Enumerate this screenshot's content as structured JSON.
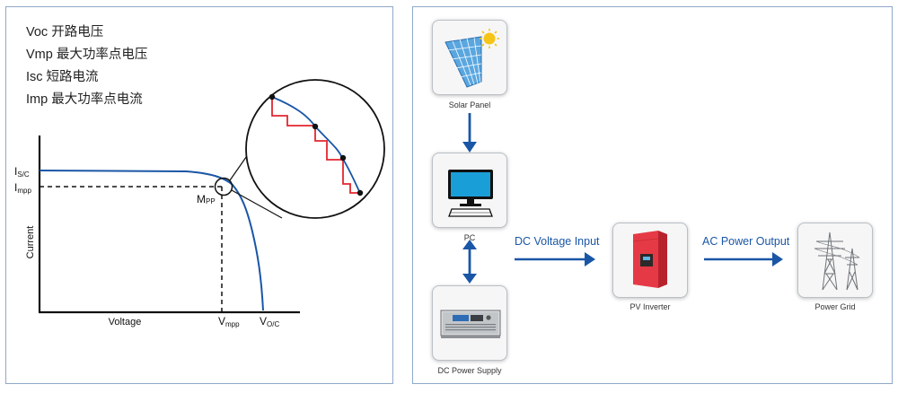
{
  "legend": {
    "voc": "Voc 开路电压",
    "vmp": "Vmp 最大功率点电压",
    "isc": "Isc 短路电流",
    "imp": "Imp 最大功率点电流"
  },
  "iv_chart": {
    "ylabel": "Current",
    "xlabel": "Voltage",
    "isc_main": "I",
    "isc_sub": "S/C",
    "imp_main": "I",
    "imp_sub": "mpp",
    "vmpp_main": "V",
    "vmpp_sub": "mpp",
    "voc_main": "V",
    "voc_sub": "O/C",
    "mpp_main": "M",
    "mpp_sub": "PP"
  },
  "flow": {
    "solar_panel": "Solar Panel",
    "pc": "PC",
    "dc_power_supply": "DC Power Supply",
    "pv_inverter": "PV Inverter",
    "power_grid": "Power Grid",
    "dc_voltage_input": "DC Voltage Input",
    "ac_power_output": "AC Power Output"
  },
  "colors": {
    "curve": "#1a56a6",
    "mppt_step": "#e3262e",
    "arrow": "#1a56a6",
    "panel_border": "#8fa9c8"
  }
}
